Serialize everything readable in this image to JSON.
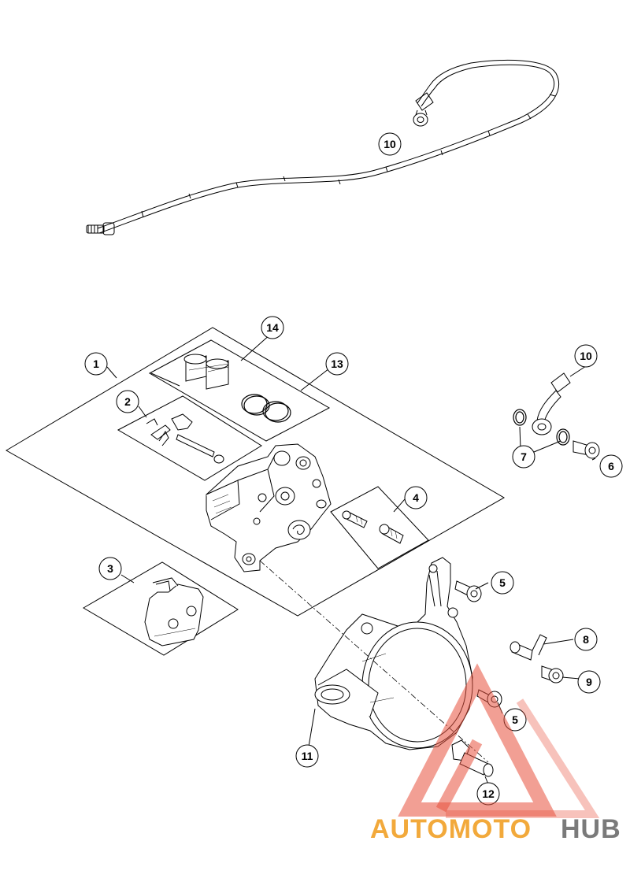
{
  "callouts": {
    "c1": "1",
    "c2": "2",
    "c3": "3",
    "c4": "4",
    "c5a": "5",
    "c5b": "5",
    "c6": "6",
    "c7": "7",
    "c8": "8",
    "c9": "9",
    "c10a": "10",
    "c10b": "10",
    "c11": "11",
    "c12": "12",
    "c13": "13",
    "c14": "14"
  },
  "watermark": {
    "part1": "AUTOMOTO",
    "part2": "HUB",
    "color_primary": "#f2a93b",
    "color_secondary": "#7a7a7a",
    "logo_color": "#e8503c"
  }
}
